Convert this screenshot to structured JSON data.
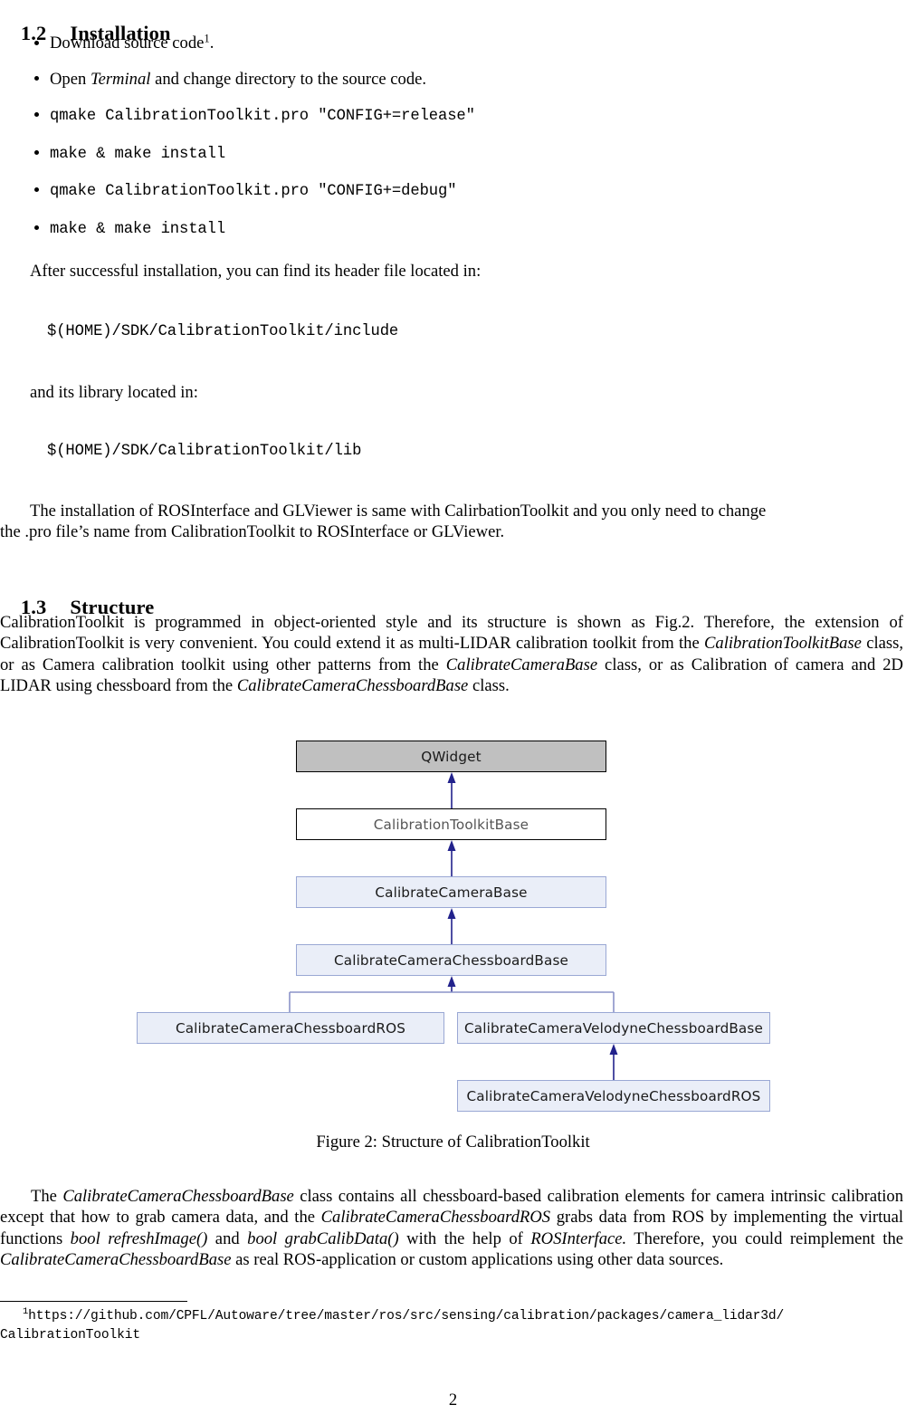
{
  "sections": {
    "installation": {
      "number": "1.2",
      "title": "Installation",
      "bullets": [
        {
          "kind": "text",
          "pre": "Download source code",
          "footnote": "1",
          "post": "."
        },
        {
          "kind": "mixed",
          "pre": "Open ",
          "italic": "Terminal",
          "post": " and change directory to the source code."
        },
        {
          "kind": "mono",
          "text": "qmake CalibrationToolkit.pro \"CONFIG+=release\""
        },
        {
          "kind": "mono",
          "text": "make & make install"
        },
        {
          "kind": "mono",
          "text": "qmake CalibrationToolkit.pro \"CONFIG+=debug\""
        },
        {
          "kind": "mono",
          "text": "make & make install"
        }
      ],
      "after_install_text": "After successful installation, you can find its header file located in:",
      "include_path": "$(HOME)/SDK/CalibrationToolkit/include",
      "library_text": "and its library located in:",
      "lib_path": "$(HOME)/SDK/CalibrationToolkit/lib",
      "ros_note_line1": "The installation of ROSInterface and GLViewer is same with CalirbationToolkit and you only need to change",
      "ros_note_line2": "the .pro file’s name from CalibrationToolkit to ROSInterface or GLViewer."
    },
    "structure": {
      "number": "1.3",
      "title": "Structure",
      "paragraph_parts": [
        {
          "t": "CalibrationToolkit is programmed in object-oriented style and its structure is shown as Fig.2.  Therefore, the extension of CalibrationToolkit is very convenient.  You could extend it as multi-LIDAR calibration toolkit from the "
        },
        {
          "i": "CalibrationToolkitBase"
        },
        {
          "t": " class, or as Camera calibration toolkit using other patterns from the "
        },
        {
          "i": "CalibrateCameraBase"
        },
        {
          "t": " class, or as Calibration of camera and 2D LIDAR using chessboard from the "
        },
        {
          "i": "CalibrateCameraChessboardBase"
        },
        {
          "t": " class."
        }
      ],
      "after_figure_parts": [
        {
          "t": "The "
        },
        {
          "i": "CalibrateCameraChessboardBase"
        },
        {
          "t": " class contains all chessboard-based calibration elements for camera intrinsic calibration except that how to grab camera data, and the "
        },
        {
          "i": "CalibrateCameraChessboardROS"
        },
        {
          "t": " grabs data from ROS by implementing the virtual functions "
        },
        {
          "i": "bool refreshImage()"
        },
        {
          "t": " and "
        },
        {
          "i": "bool grabCalibData()"
        },
        {
          "t": " with the help of "
        },
        {
          "i": "ROSInterface."
        },
        {
          "t": " Therefore, you could reimplement the "
        },
        {
          "i": "CalibrateCameraChessboardBase"
        },
        {
          "t": " as real ROS-application or custom applications using other data sources."
        }
      ]
    }
  },
  "figure": {
    "caption": "Figure 2: Structure of CalibrationToolkit",
    "nodes": [
      {
        "id": "qwidget",
        "label": "QWidget",
        "style": "root"
      },
      {
        "id": "calibration-toolkit-base",
        "label": "CalibrationToolkitBase",
        "style": "plain"
      },
      {
        "id": "calibrate-camera-base",
        "label": "CalibrateCameraBase",
        "style": "sub"
      },
      {
        "id": "calibrate-camera-chessboard-base",
        "label": "CalibrateCameraChessboardBase",
        "style": "sub"
      },
      {
        "id": "calibrate-camera-chessboard-ros",
        "label": "CalibrateCameraChessboardROS",
        "style": "sub"
      },
      {
        "id": "calibrate-camera-velodyne-chessboard-base",
        "label": "CalibrateCameraVelodyneChessboardBase",
        "style": "sub"
      },
      {
        "id": "calibrate-camera-velodyne-chessboard-ros",
        "label": "CalibrateCameraVelodyneChessboardROS",
        "style": "sub"
      }
    ],
    "colors": {
      "root_fill": "#c0c0c0",
      "root_border": "#000000",
      "plain_fill": "#ffffff",
      "plain_border": "#000000",
      "sub_fill": "#eaeef8",
      "sub_border": "#9aa8d4",
      "arrow": "#22228c"
    }
  },
  "footnote": {
    "marker": "1",
    "line1": "https://github.com/CPFL/Autoware/tree/master/ros/src/sensing/calibration/packages/camera_lidar3d/",
    "line2": "CalibrationToolkit"
  },
  "page_number": "2"
}
